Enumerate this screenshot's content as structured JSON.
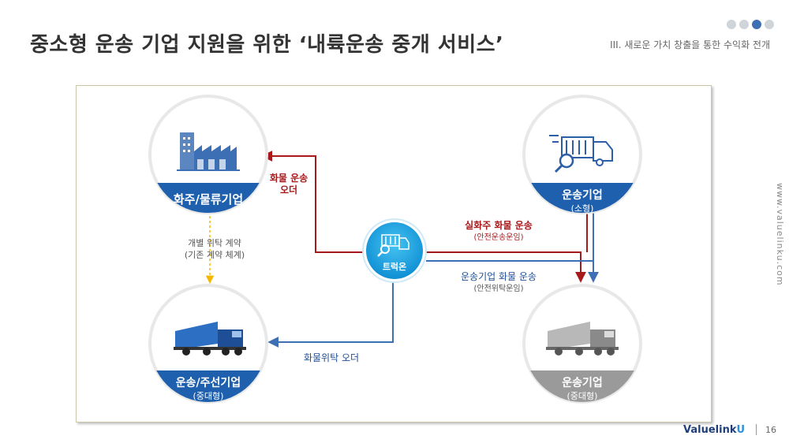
{
  "header": {
    "title": "중소형 운송 기업 지원을 위한 ‘내륙운송 중개 서비스’",
    "section": "III.  새로운 가치 창출을 통한 수익화 전개",
    "side_text": "www.valuelinku.com"
  },
  "nodes": {
    "shipper": {
      "label": "화주/물류기업"
    },
    "small_carrier": {
      "label": "운송기업",
      "sub": "(소형)"
    },
    "truckon": {
      "label": "트럭온"
    },
    "mid_forwarder": {
      "label": "운송/주선기업",
      "sub": "(중대형)"
    },
    "mid_carrier": {
      "label": "운송기업",
      "sub": "(중대형)"
    }
  },
  "edges": {
    "freight_order": {
      "line1": "화물 운송",
      "line2": "오더"
    },
    "contract": {
      "line1": "개별 위탁 계약",
      "line2": "(기존 계약 체계)"
    },
    "real_shipper": {
      "line1": "실화주 화물 운송",
      "line2": "(안전운송운임)"
    },
    "carrier_freight": {
      "line1": "운송기업 화물 운송",
      "line2": "(안전위탁운임)"
    },
    "consign_order": {
      "line1": "화물위탁 오더"
    }
  },
  "footer": {
    "logo_main": "Valuelink",
    "logo_accent": "U",
    "page": "16"
  },
  "colors": {
    "blue": "#1e60ae",
    "red": "#a8191c",
    "arrow_blue": "#3d6fb4",
    "gold": "#f5b800",
    "gray": "#9a9a9a",
    "cyan": "#17a2e2"
  }
}
